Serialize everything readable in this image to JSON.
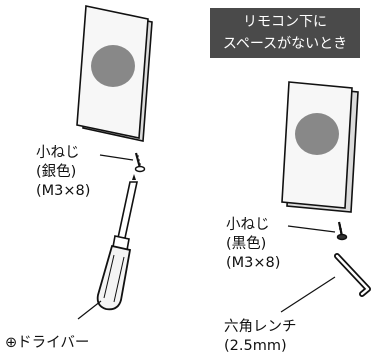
{
  "banner": {
    "line1": "リモコン下に",
    "line2": "スペースがないとき"
  },
  "left": {
    "screw_label": {
      "line1": "小ねじ",
      "line2": "(銀色)",
      "line3": "(M3×8)"
    },
    "tool_label": "⊕ドライバー"
  },
  "right": {
    "screw_label": {
      "line1": "小ねじ",
      "line2": "(黒色)",
      "line3": "(M3×8)"
    },
    "tool_label": {
      "line1": "六角レンチ",
      "line2": "(2.5mm)"
    }
  },
  "colors": {
    "disc": "#888888",
    "panel_face": "#f7f7f7",
    "panel_side": "#d9d9d9",
    "banner_bg": "#4a4a4a"
  }
}
